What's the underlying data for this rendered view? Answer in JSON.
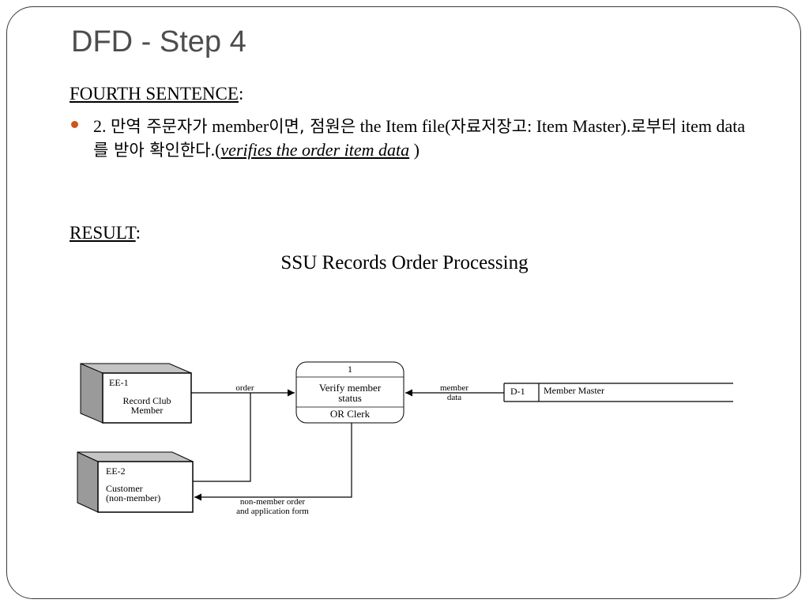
{
  "slide": {
    "title": "DFD - Step 4",
    "fourth_label": "FOURTH SENTENCE",
    "fourth_colon": ":",
    "bullet": {
      "p1": "2. ",
      "k1": "만역 주문자가",
      "p2": " member",
      "k2": "이면, 점원은",
      "p3": " the Item file(",
      "k3": "자료저장고",
      "p4": ": Item Master).",
      "k4": "로부터",
      "p5": " item data",
      "k5": "를 받아 확인한다",
      "p6": ".(",
      "em": "verifies the order item data",
      "p7": " )"
    },
    "result_label": "RESULT",
    "result_colon": ":",
    "diagram_title": "SSU Records Order Processing"
  },
  "diagram": {
    "ee1": {
      "id": "EE-1",
      "line1": "Record Club",
      "line2": "Member"
    },
    "ee2": {
      "id": "EE-2",
      "line1": "Customer",
      "line2": "(non-member)"
    },
    "process": {
      "number": "1",
      "line1": "Verify member",
      "line2": "status",
      "actor": "OR Clerk"
    },
    "datastore": {
      "id": "D-1",
      "name": "Member Master"
    },
    "flows": {
      "order": "order",
      "member_data_1": "member",
      "member_data_2": "data",
      "nonmember_1": "non-member order",
      "nonmember_2": "and application form"
    }
  },
  "colors": {
    "bullet": "#d0541a",
    "title": "#4d4d4d",
    "frame": "#3a3a3a",
    "box_shade": "#9a9a9a"
  }
}
